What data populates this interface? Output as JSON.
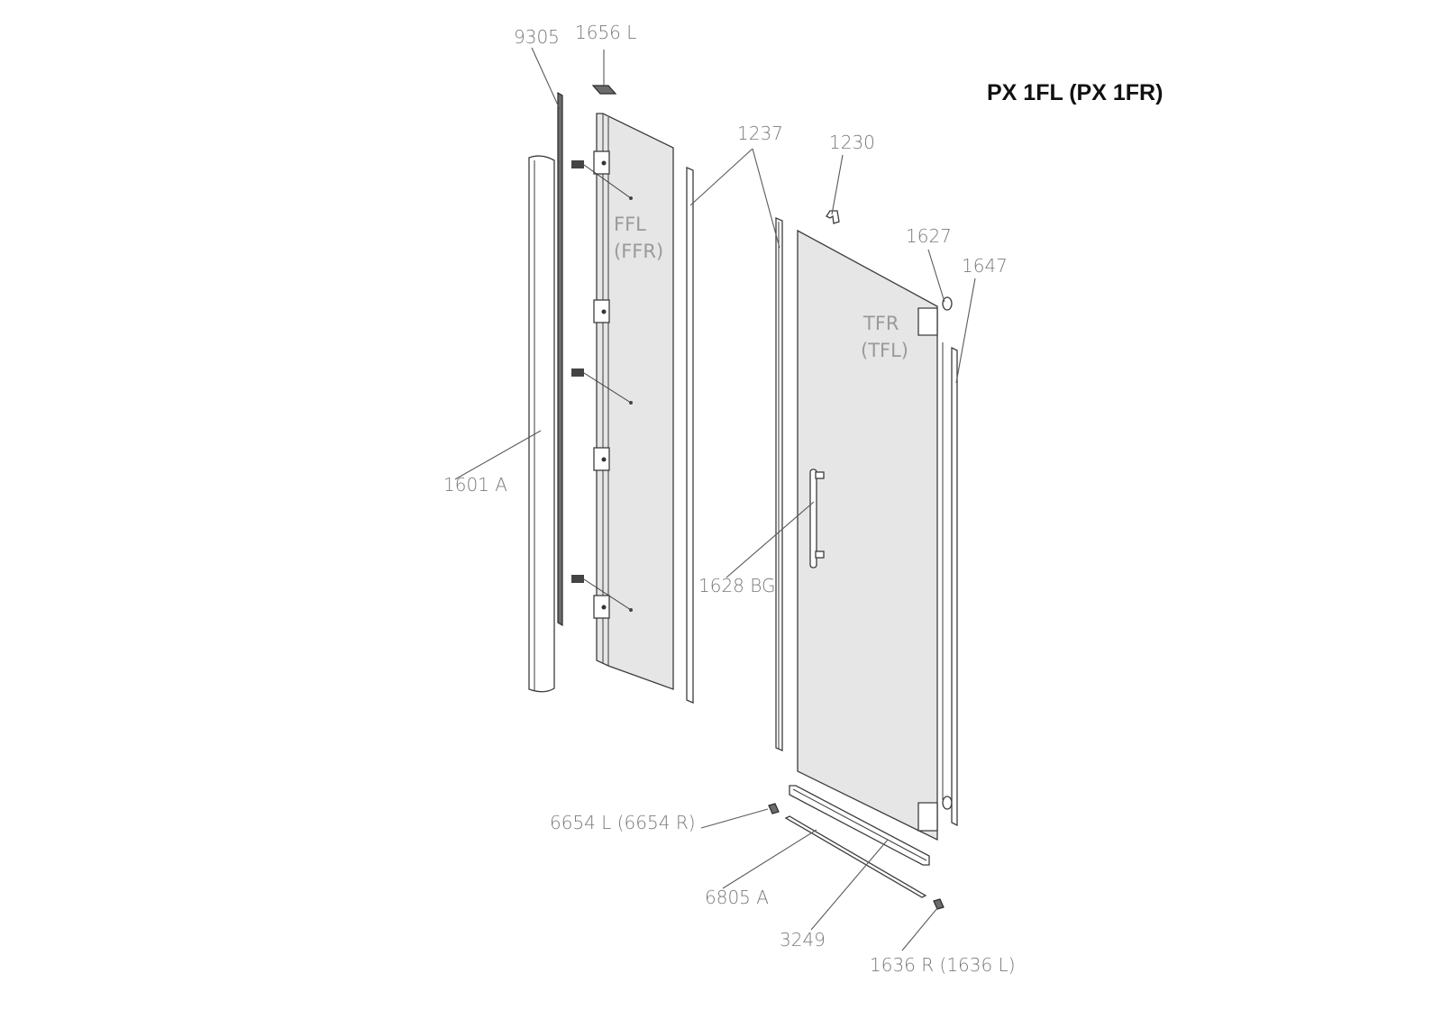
{
  "title": "PX 1FL (PX 1FR)",
  "panels": {
    "fixed": [
      "FFL",
      "(FFR)"
    ],
    "door": [
      "TFR",
      "(TFL)"
    ]
  },
  "parts": {
    "p9305": "9305",
    "p1656": "1656 L",
    "p1237": "1237",
    "p1230": "1230",
    "p1627": "1627",
    "p1647": "1647",
    "p1601": "1601 A",
    "p1628": "1628 BG",
    "p6654": "6654 L (6654 R)",
    "p6805": "6805 A",
    "p3249": "3249",
    "p1636": "1636 R (1636 L)"
  }
}
